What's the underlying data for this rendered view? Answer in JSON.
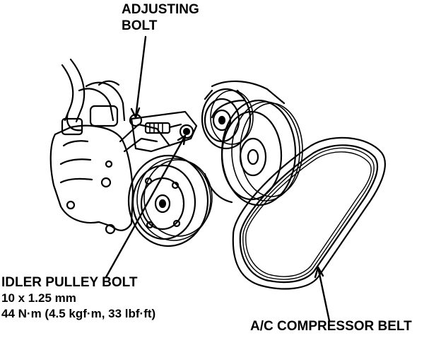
{
  "callouts": {
    "adjusting_bolt": {
      "line1": "ADJUSTING",
      "line2": "BOLT"
    },
    "idler_pulley_bolt": {
      "title": "IDLER PULLEY BOLT",
      "size": "10 x 1.25 mm",
      "torque": "44 N·m (4.5 kgf·m, 33 lbf·ft)"
    },
    "ac_compressor_belt": {
      "label": "A/C COMPRESSOR BELT"
    }
  },
  "colors": {
    "ink": "#000000",
    "paper": "#ffffff"
  }
}
